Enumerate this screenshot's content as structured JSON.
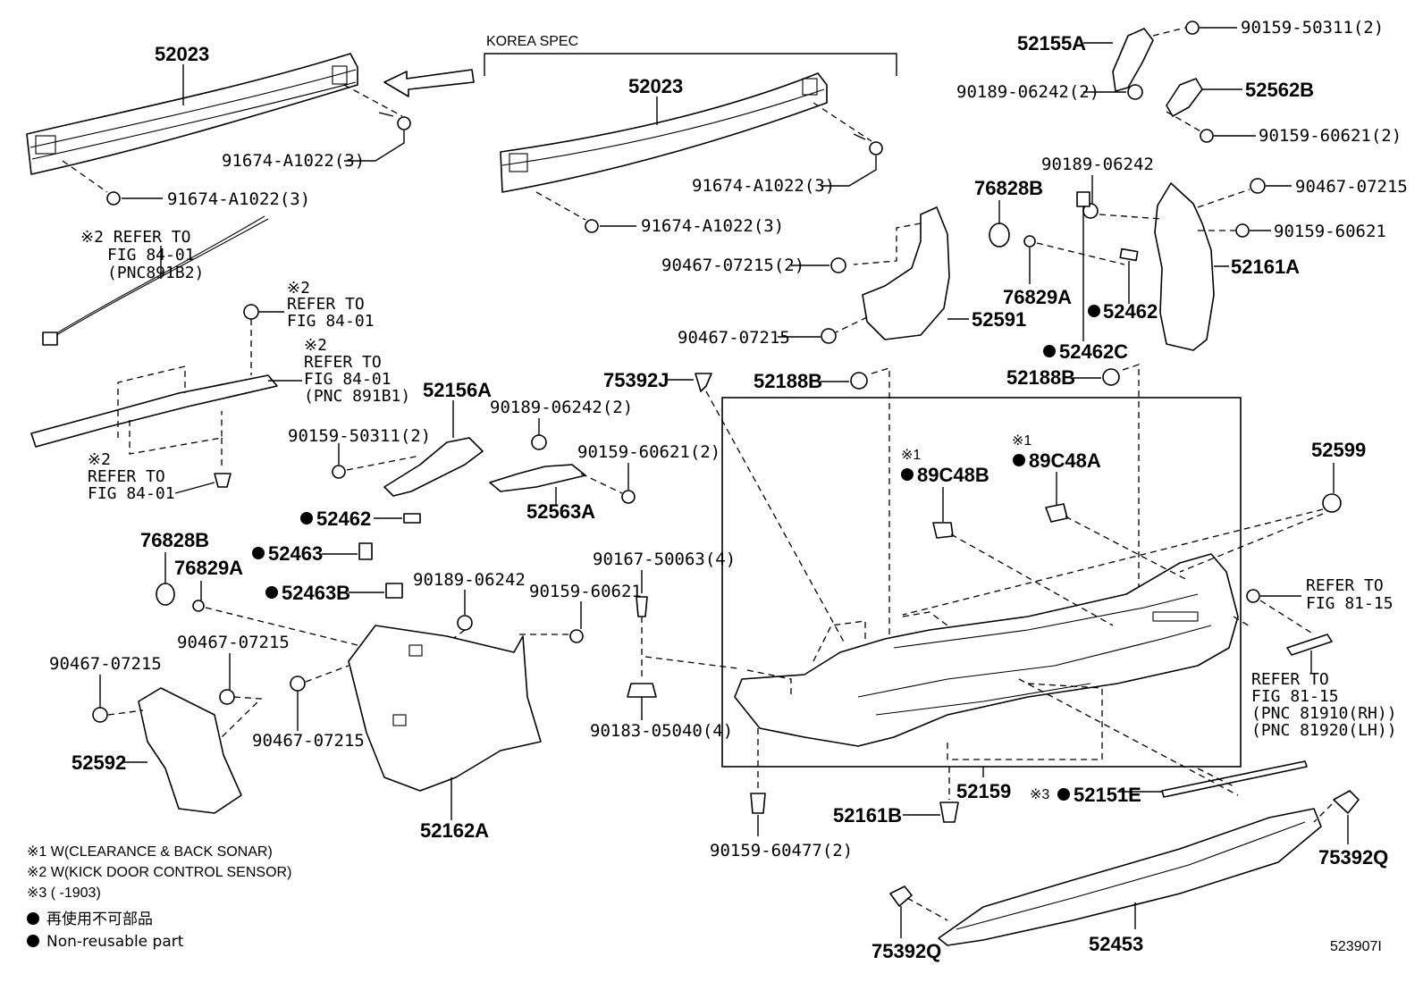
{
  "notes": {
    "korea_spec": "KOREA SPEC",
    "n1": "※1 W(CLEARANCE & BACK SONAR)",
    "n2": "※2 W(KICK DOOR CONTROL SENSOR)",
    "n3": "※3 (      -1903)",
    "legend_jp": "再使用不可部品",
    "legend_en": "Non-reusable part",
    "figure_id": "523907I"
  },
  "refs": {
    "r1_l1": "※2 REFER TO",
    "r1_l2": "FIG 84-01",
    "r1_l3": "(PNC891B2)",
    "r2_l1": "※2",
    "r2_l2": "REFER TO",
    "r2_l3": "FIG 84-01",
    "r3_l1": "※2",
    "r3_l2": "REFER TO",
    "r3_l3": "FIG 84-01",
    "r3_l4": "(PNC 891B1)",
    "r4_l1": "※2",
    "r4_l2": "REFER TO",
    "r4_l3": "FIG 84-01",
    "r5_l1": "REFER TO",
    "r5_l2": "FIG 81-15",
    "r6_l1": "REFER TO",
    "r6_l2": "FIG 81-15",
    "r6_l3": "(PNC 81910(RH))",
    "r6_l4": "(PNC 81920(LH))",
    "s1a": "※1",
    "s1b": "※1",
    "s3": "※3"
  },
  "parts": {
    "p52023_left": "52023",
    "p52023_korea": "52023",
    "p91674_a": "91674-A1022(3)",
    "p91674_b": "91674-A1022(3)",
    "p91674_c": "91674-A1022(3)",
    "p91674_d": "91674-A1022(3)",
    "p52155A": "52155A",
    "p90159_50311_top": "90159-50311(2)",
    "p90189_06242_2_top": "90189-06242(2)",
    "p52562B": "52562B",
    "p90159_60621_2_top": "90159-60621(2)",
    "p90189_06242_r": "90189-06242",
    "p90467_07215_r": "90467-07215",
    "p90159_60621_r": "90159-60621",
    "p76828B_top": "76828B",
    "p52161A": "52161A",
    "p90467_07215_2": "90467-07215(2)",
    "p76829A_top": "76829A",
    "p52462_top": "52462",
    "p52591": "52591",
    "p90467_07215_c": "90467-07215",
    "p52462C": "52462C",
    "p75392J": "75392J",
    "p52188B_a": "52188B",
    "p52188B_b": "52188B",
    "p52156A": "52156A",
    "p90189_06242_2_mid": "90189-06242(2)",
    "p90159_50311_mid": "90159-50311(2)",
    "p90159_60621_2_mid": "90159-60621(2)",
    "p52563A": "52563A",
    "p89C48B": "89C48B",
    "p89C48A": "89C48A",
    "p52599": "52599",
    "p52462_mid": "52462",
    "p52463": "52463",
    "p52463B": "52463B",
    "p76828B_mid": "76828B",
    "p76829A_mid": "76829A",
    "p90189_06242_mid": "90189-06242",
    "p90167_50063": "90167-50063(4)",
    "p90159_60621_mid": "90159-60621",
    "p90467_07215_l1": "90467-07215",
    "p90467_07215_l2": "90467-07215",
    "p90467_07215_l3": "90467-07215",
    "p52592": "52592",
    "p90183_05040": "90183-05040(4)",
    "p52162A": "52162A",
    "p52159": "52159",
    "p52161B": "52161B",
    "p52151E": "52151E",
    "p90159_60477": "90159-60477(2)",
    "p75392Q_r": "75392Q",
    "p75392Q_l": "75392Q",
    "p52453": "52453"
  }
}
